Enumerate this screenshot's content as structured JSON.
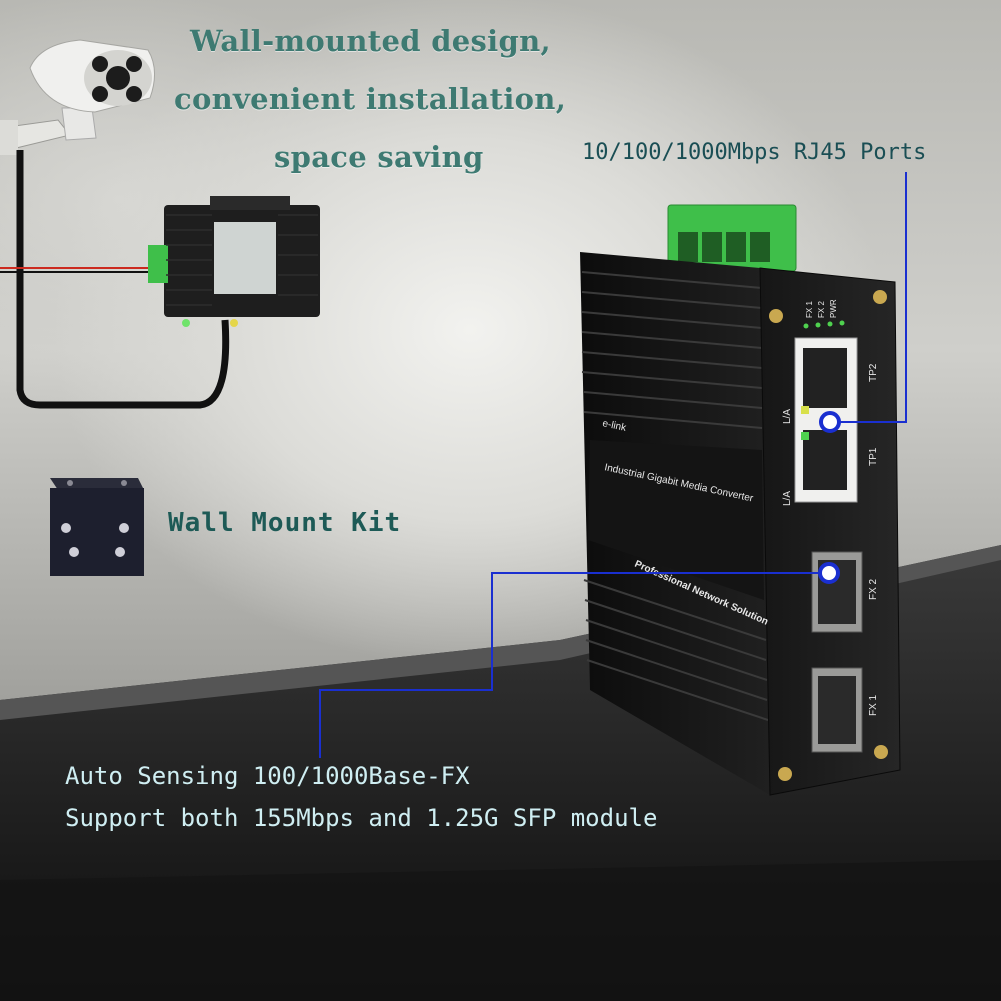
{
  "heading": {
    "line1": "Wall-mounted design,",
    "line2": "convenient installation,",
    "line3": "space saving"
  },
  "callouts": {
    "rj45": "10/100/1000Mbps RJ45 Ports",
    "wall_mount_kit": "Wall Mount Kit",
    "fx_line1": "Auto Sensing 100/1000Base-FX",
    "fx_line2": "Support both 155Mbps and 1.25G SFP module"
  },
  "device": {
    "brand": "e-link",
    "product": "Industrial Gigabit Media Converter",
    "tagline": "Professional Network Solution",
    "leds": [
      "FX 1",
      "FX 2",
      "PWR"
    ],
    "ports": [
      "TP2",
      "TP1",
      "FX 2",
      "FX 1"
    ],
    "port_side_label": "L/A"
  },
  "colors": {
    "heading": "#3e7a72",
    "callout_line": "#1a2fd0",
    "fx_text": "#cfeef2",
    "terminal_block": "#3fbf4a",
    "device_body": "#161616"
  },
  "icons": [
    "security-camera-icon",
    "mini-converter-icon",
    "wall-mount-bracket-icon",
    "media-converter-device-icon",
    "callout-marker-icon"
  ]
}
